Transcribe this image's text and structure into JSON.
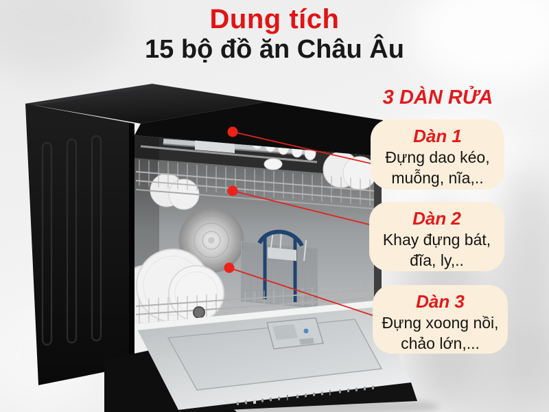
{
  "header": {
    "title": "Dung tích",
    "subtitle": "15 bộ đồ ăn Châu Âu"
  },
  "section": {
    "heading": "3 DÀN RỬA"
  },
  "callouts": [
    {
      "label": "Dàn 1",
      "text": "Đựng dao kéo,\nmuỗng, nĩa,.."
    },
    {
      "label": "Dàn 2",
      "text": "Khay đựng bát,\nđĩa, ly,.."
    },
    {
      "label": "Dàn 3",
      "text": "Đựng xoong nồi,\nchảo lớn,..."
    }
  ],
  "colors": {
    "accent_red": "#e11414",
    "callout_line_red": "#e02320",
    "callout_dot_red": "#ee2219",
    "card_background": "#fbeeda",
    "text_dark": "#181818",
    "appliance_black": "#111111"
  }
}
